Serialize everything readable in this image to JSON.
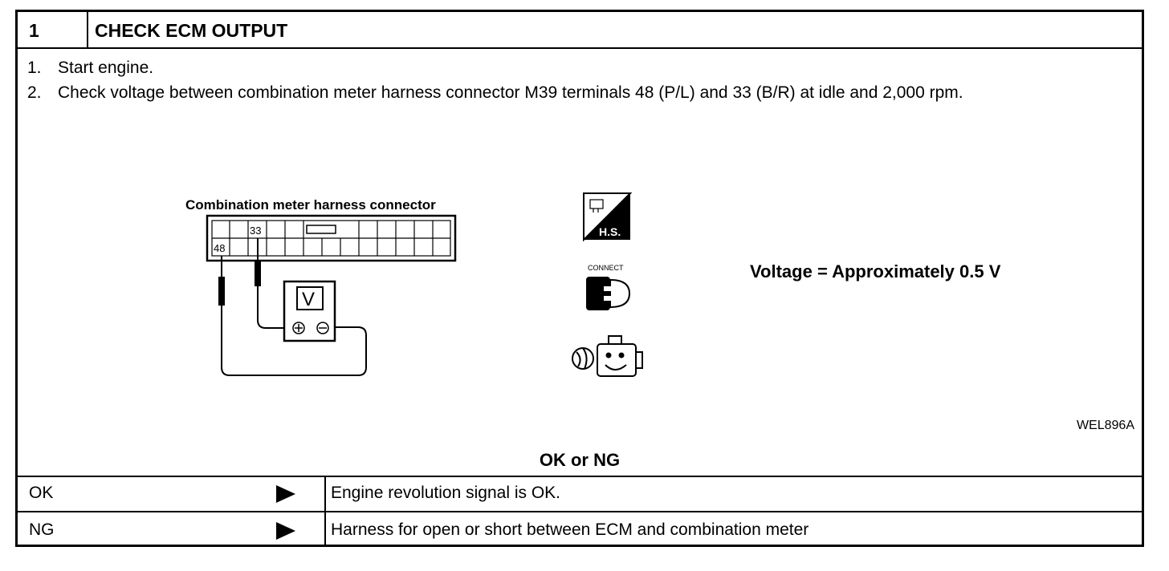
{
  "header": {
    "number": "1",
    "title": "CHECK ECM OUTPUT"
  },
  "steps": [
    {
      "num": "1.",
      "text": "Start engine."
    },
    {
      "num": "2.",
      "text": "Check voltage between combination meter harness connector M39 terminals 48 (P/L) and 33 (B/R) at idle and 2,000 rpm."
    }
  ],
  "diagram": {
    "connector_label": "Combination meter harness connector",
    "terminal_a": "33",
    "terminal_b": "48",
    "meter_symbol": "V",
    "hs_label": "H.S.",
    "connect_label": "CONNECT",
    "spec_text": "Voltage = Approximately 0.5 V",
    "figure_code": "WEL896A"
  },
  "question": "OK or NG",
  "results": [
    {
      "status": "OK",
      "text": "Engine revolution signal is OK."
    },
    {
      "status": "NG",
      "text": "Harness for open or short between ECM and combination meter"
    }
  ]
}
